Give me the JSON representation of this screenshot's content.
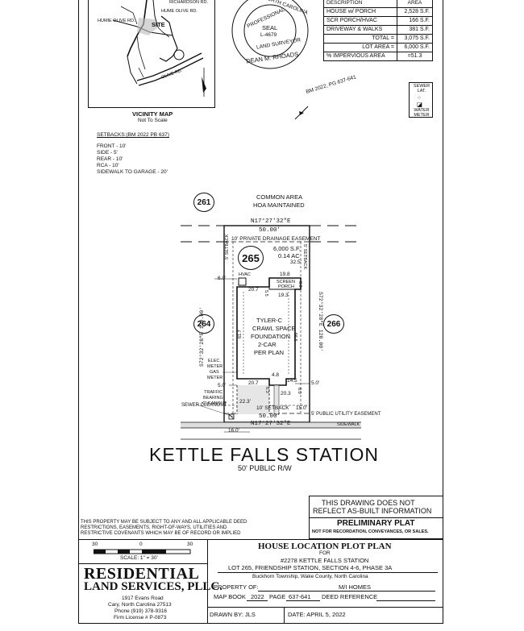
{
  "area_table": {
    "header": "DESCRIPTION",
    "header_right": "AREA",
    "rows": [
      {
        "label": "HOUSE w/ PORCH",
        "value": "2,528 S.F."
      },
      {
        "label": "SCR PORCH/HVAC",
        "value": "166 S.F."
      },
      {
        "label": "DRIVEWAY & WALKS",
        "value": "381 S.F."
      },
      {
        "label": "TOTAL =",
        "value": "3,075 S.F."
      },
      {
        "label": "LOT AREA =",
        "value": "6,000 S.F."
      },
      {
        "label": "% IMPERVIOUS AREA",
        "value": "=51.3"
      }
    ]
  },
  "seal": {
    "ring_top": "NORTH CAROLINA",
    "ring_mid": "PROFESSIONAL",
    "ring_bottom": "LAND SURVEYOR",
    "center_title": "SEAL",
    "center_number": "L-4679",
    "name": "DEAN M. RHOADS"
  },
  "vicinity": {
    "site_label": "SITE",
    "roads": [
      "RICHARDSON RD.",
      "HUME OLIVE RD.",
      "HUMIE OLIVE RD.",
      "OLIVE RD."
    ],
    "title": "VICINITY MAP",
    "subtitle": "Not To Scale"
  },
  "bm_reference": "BM 2022, PG 637-641",
  "sewer_lat": "SEWER LAT.",
  "water_meter": "WATER METER",
  "setbacks": {
    "title": "SETBACKS:(BM 2022 PB 637)",
    "items": [
      "FRONT - 10'",
      "SIDE - 5'",
      "REAR - 10'",
      "RCA - 10'",
      "SIDEWALK TO GARAGE - 20'"
    ]
  },
  "lots": {
    "rear": "261",
    "subject": "265",
    "left": "264",
    "right": "266"
  },
  "common_area": [
    "COMMON AREA",
    "HOA MAINTAINED"
  ],
  "bearings": {
    "top": "N17°27'32\"E",
    "top_dist": "50.00'",
    "bottom": "N17°27'32\"E",
    "bottom_dist": "50.00'",
    "left": "S72°32'28\"E  120.00'",
    "right": "S72°32'28\"E  120.00'"
  },
  "easements": {
    "rear": "10' PRIVATE DRAINAGE EASEMENT",
    "front": "5' PUBLIC UTILITY EASEMENT",
    "setback_left": "5' SETBACK",
    "setback_right": "5' SETBACK",
    "front_setback": "10' SETBACK",
    "sidewalk": "SIDEWALK"
  },
  "lot_area": [
    "6,000 S.F.",
    "0.14 AC"
  ],
  "house": {
    "lines": [
      "TYLER-C",
      "CRAWL SPACE",
      "FOUNDATION",
      "2-CAR",
      "PER PLAN"
    ],
    "screen_porch": [
      "SCREEN",
      "PORCH"
    ],
    "hvac": "HVAC"
  },
  "dims": {
    "d325": "32.5'",
    "d198": "19.8",
    "d207a": "20.7",
    "d193": "19.3",
    "d60a": "6.0'",
    "d55": "5.5",
    "d80a": "8.0",
    "d617": "61.7",
    "d565": "56.5",
    "d48": "4.8",
    "d145": "14.5",
    "d50a": "5.0'",
    "d207b": "20.7",
    "d203": "20.3",
    "d63": "6.3",
    "d80b": "8.0",
    "d50b": "5.0'",
    "d223": "22.3'",
    "d150": "15.0'",
    "d160": "16.0'"
  },
  "utilities": [
    "ELEC.",
    "METER",
    "GAS",
    "METER"
  ],
  "traffic": [
    "TRAFFIC",
    "BEARING",
    "CLEANOUT"
  ],
  "sewer_cleanout": "SEWER CLEANOUT",
  "street": {
    "name": "KETTLE FALLS STATION",
    "row": "50' PUBLIC R/W"
  },
  "disclaimer": [
    "THIS DRAWING DOES NOT",
    "REFLECT AS-BUILT INFORMATION"
  ],
  "preliminary": {
    "title": "PRELIMINARY PLAT",
    "note": "NOT FOR RECORDATION, CONVEYANCES, OR SALES."
  },
  "property_note": [
    "THIS PROPERTY MAY BE SUBJECT TO ANY AND ALL APPLICABLE DEED",
    "RESTRICTIONS, EASEMENTS, RIGHT-OF-WAYS, UTILITIES AND",
    "RESTRICTIVE COVENANTS WHICH MAY BE OF RECORD OR IMPLIED"
  ],
  "scale": {
    "marks": [
      "30",
      "0",
      "30"
    ],
    "label": "SCALE: 1\" = 30'"
  },
  "company": {
    "name1": "RESIDENTIAL",
    "name2": "LAND SERVICES, PLLC.",
    "address1": "1917 Evans Road",
    "address2": "Cary, North Carolina 27513",
    "phone": "Phone (919) 378-9316",
    "license": "Firm License # P-0873"
  },
  "title_block": {
    "title": "HOUSE LOCATION PLOT PLAN",
    "for": "FOR",
    "address": "#2278 KETTLE FALLS STATION",
    "lot_line": "LOT 265, FRIENDSHIP STATION, SECTION 4-6, PHASE 3A",
    "county": "Buckhorn Township, Wake County, North Carolina",
    "property_of_label": "PROPERTY OF:",
    "property_of_value": "M/I HOMES",
    "map_book_label": "MAP BOOK",
    "map_book_value": "2022",
    "page_label": "PAGE",
    "page_value": "637-641",
    "deed_label": "DEED REFERENCE",
    "drawn_by": "DRAWN BY:  JLS",
    "date": "DATE:  APRIL 5, 2022"
  }
}
